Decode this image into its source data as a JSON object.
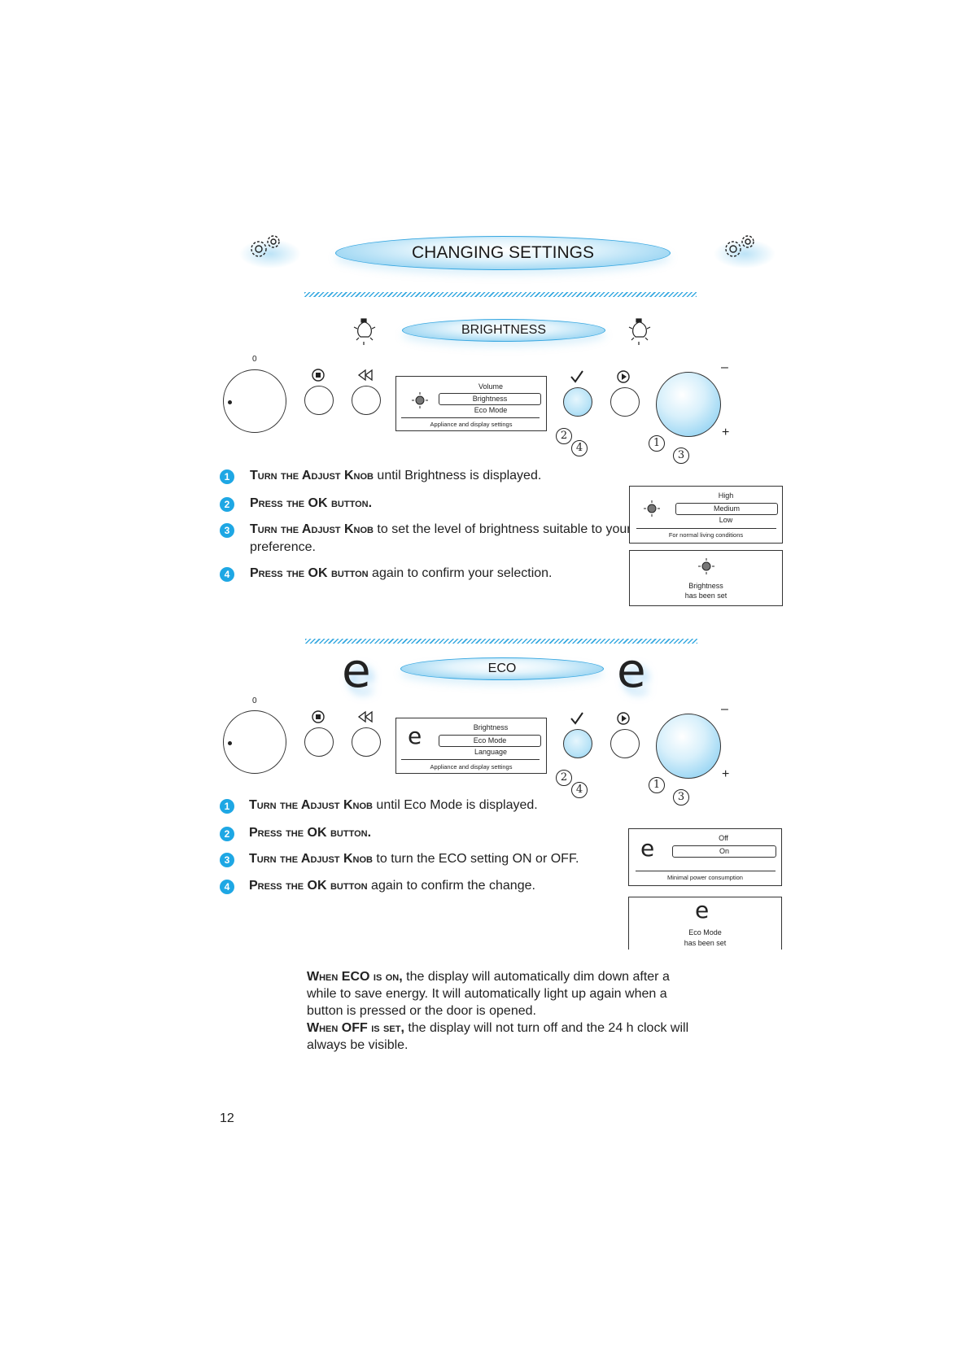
{
  "header": {
    "title": "CHANGING SETTINGS",
    "left_icon": "gears-icon",
    "right_icon": "gears-icon"
  },
  "brightness": {
    "title": "BRIGHTNESS",
    "icon": "bulb-icon",
    "panel": {
      "knob_label": "0",
      "display": {
        "options": [
          "Volume",
          "Brightness",
          "Eco Mode"
        ],
        "selected": "Brightness",
        "footer": "Appliance and display settings"
      },
      "minus": "–",
      "plus": "+",
      "callouts": [
        "2",
        "4",
        "1",
        "3"
      ]
    },
    "steps": [
      {
        "num": "1",
        "lead": "Turn the Adjust Knob",
        "text": " until Brightness is displayed."
      },
      {
        "num": "2",
        "lead": "Press the OK button.",
        "text": ""
      },
      {
        "num": "3",
        "lead": "Turn the Adjust Knob",
        "text": " to set the level of brightness suitable to your",
        "text2": "preference."
      },
      {
        "num": "4",
        "lead": "Press the OK button",
        "text": " again to confirm your selection."
      }
    ],
    "level_display": {
      "options": [
        "High",
        "Medium",
        "Low"
      ],
      "selected": "Medium",
      "footer": "For normal living conditions"
    },
    "confirm_display": {
      "line1": "Brightness",
      "line2": "has been set"
    }
  },
  "eco": {
    "title": "ECO",
    "icon": "eco-e-icon",
    "panel": {
      "knob_label": "0",
      "display": {
        "options": [
          "Brightness",
          "Eco Mode",
          "Language"
        ],
        "selected": "Eco Mode",
        "footer": "Appliance and display settings"
      },
      "minus": "–",
      "plus": "+",
      "callouts": [
        "2",
        "4",
        "1",
        "3"
      ]
    },
    "steps": [
      {
        "num": "1",
        "lead": "Turn the Adjust Knob",
        "text": " until Eco Mode is displayed."
      },
      {
        "num": "2",
        "lead": "Press the OK button.",
        "text": ""
      },
      {
        "num": "3",
        "lead": "Turn the Adjust Knob",
        "text": " to turn the ECO setting ON or OFF."
      },
      {
        "num": "4",
        "lead": "Press the OK button",
        "text": " again to confirm the change."
      }
    ],
    "level_display": {
      "options": [
        "Off",
        "On"
      ],
      "selected": "On",
      "footer": "Minimal power consumption"
    },
    "confirm_display": {
      "line1": "Eco Mode",
      "line2": "has been set"
    }
  },
  "notes": {
    "when_on_lead": "When ECO is on,",
    "when_on_text": " the display will automatically dim down after a while to save energy. It will automatically light up again when a button is pressed or the door is opened.",
    "when_off_lead": "When OFF is set,",
    "when_off_text": " the display will not turn off and the 24 h clock will always be visible."
  },
  "page_number": "12"
}
